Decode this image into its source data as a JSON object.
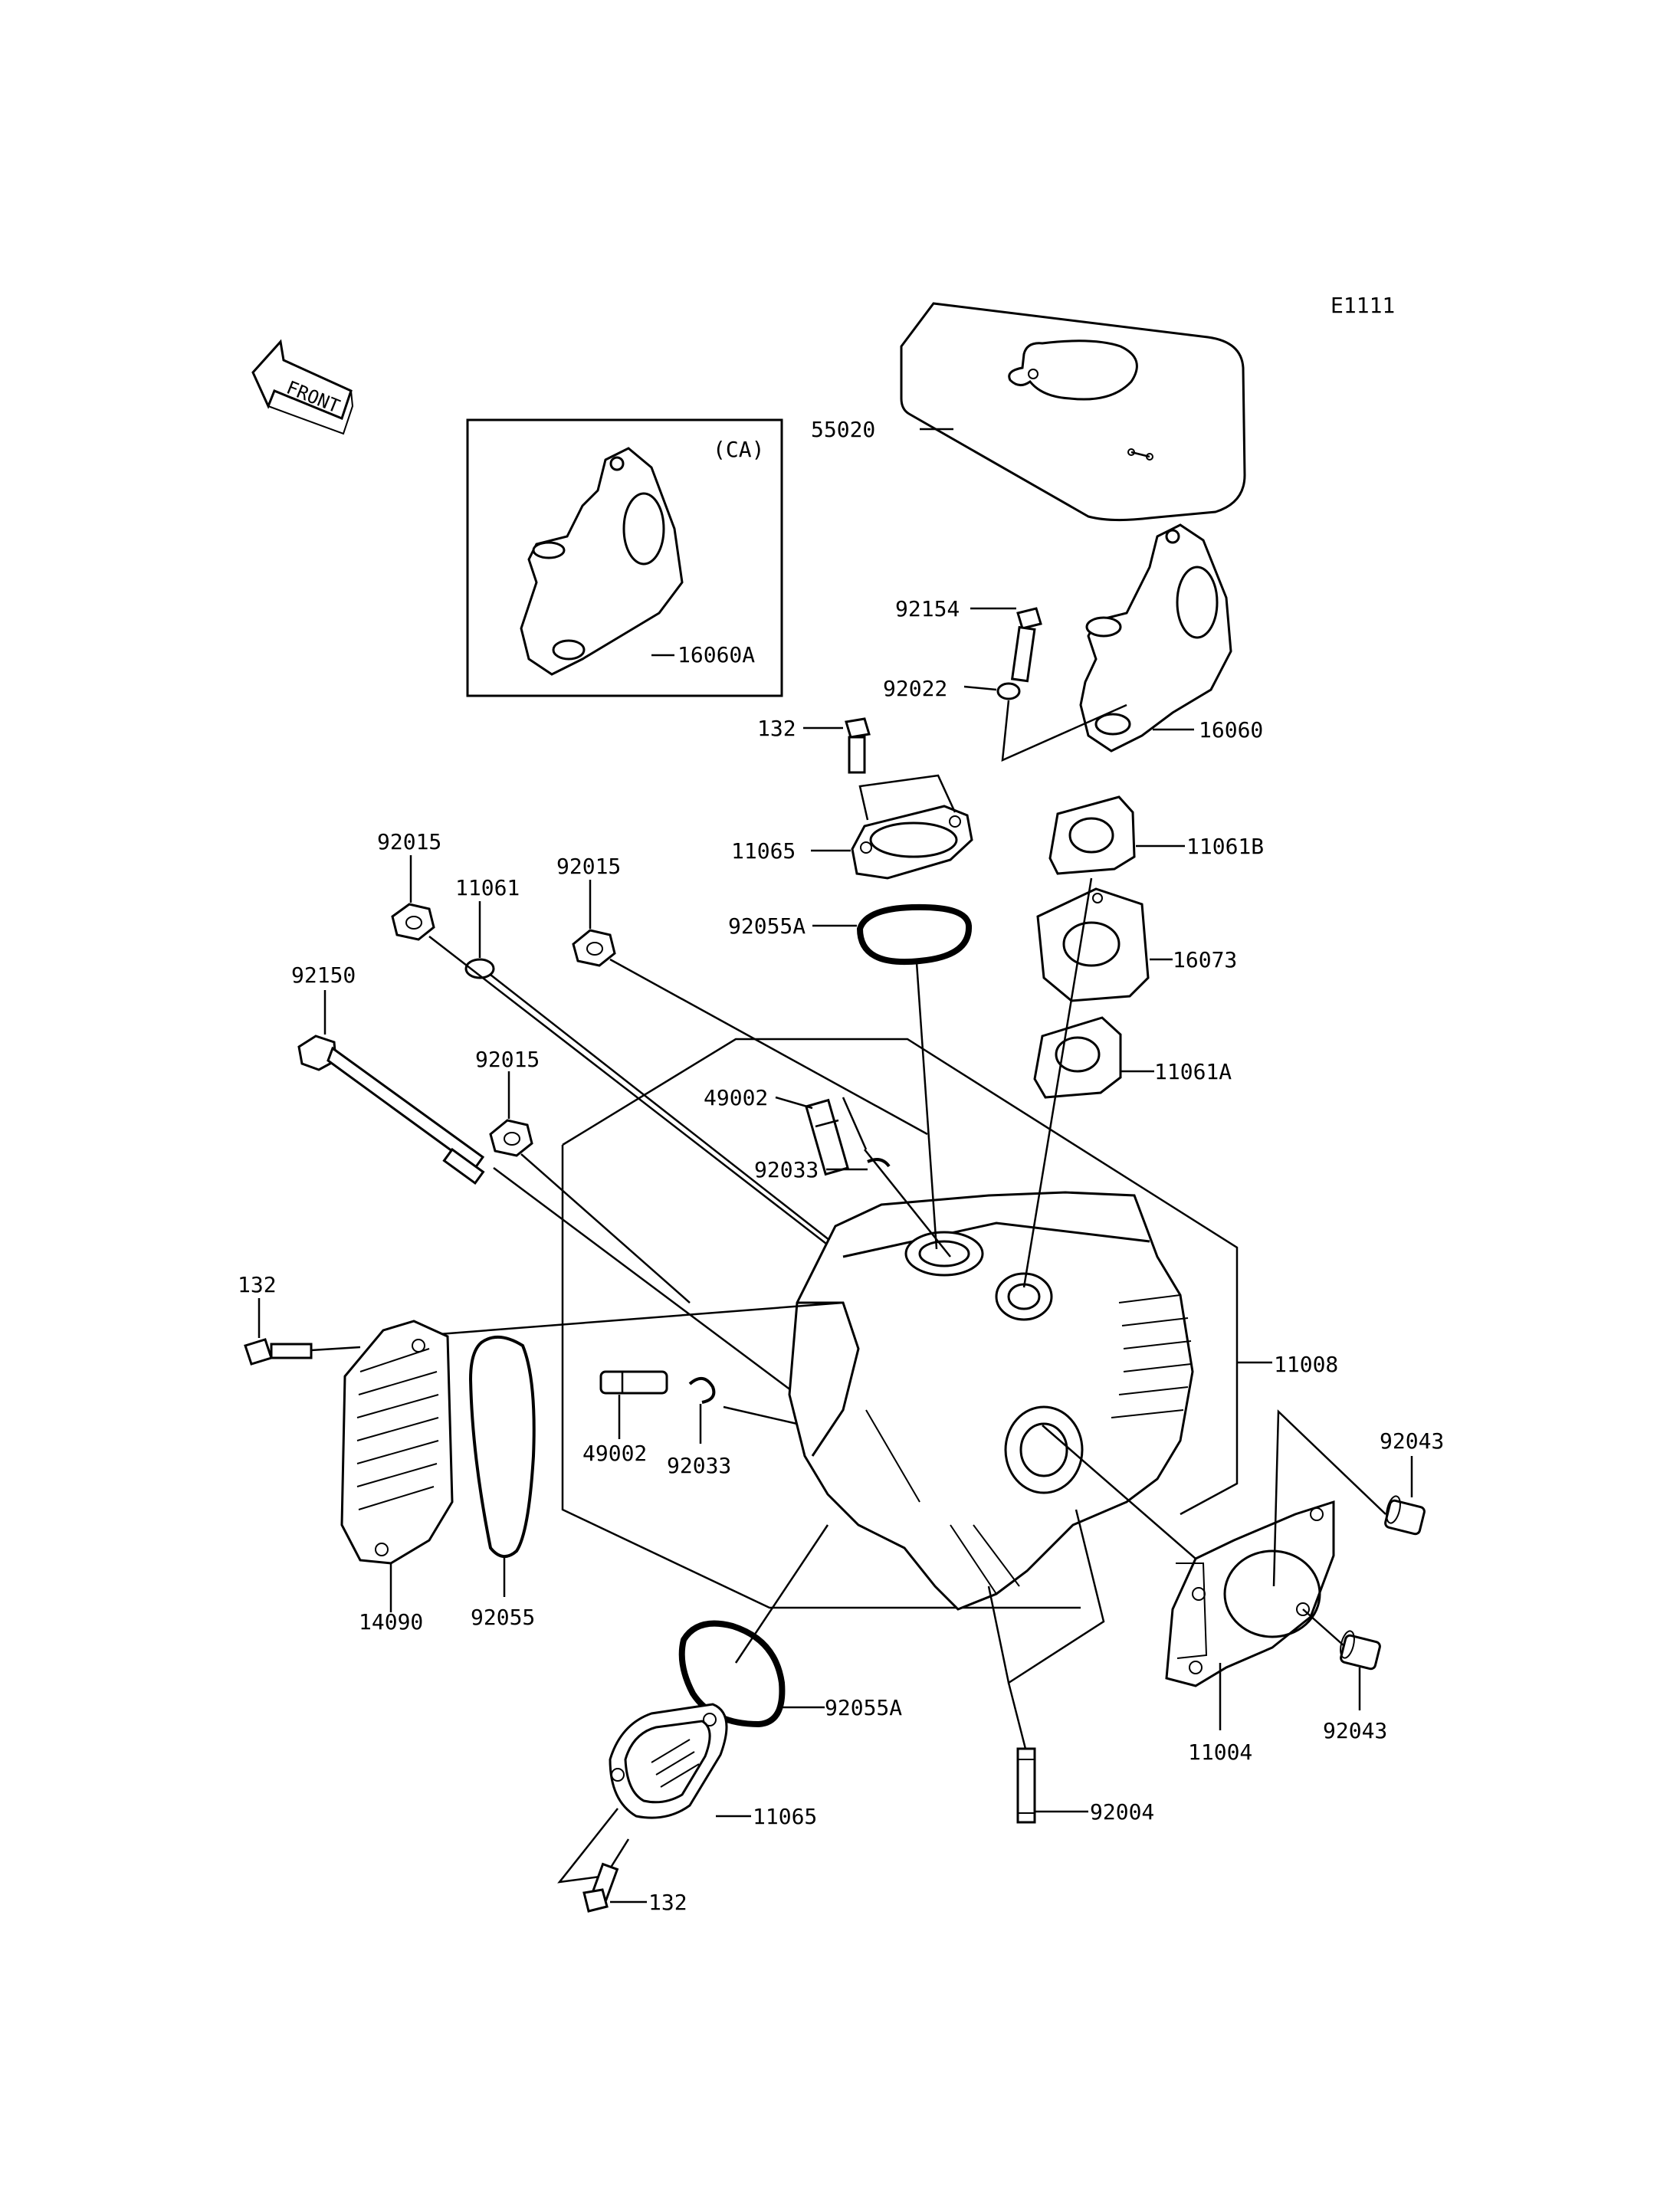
{
  "diagram": {
    "code": "E1111",
    "front_label": "FRONT",
    "inset_label": "(CA)",
    "parts": {
      "p55020": "55020",
      "p92154": "92154",
      "p92022": "92022",
      "p16060": "16060",
      "p16060A": "16060A",
      "p132_top": "132",
      "p11065_top": "11065",
      "p11061B": "11061B",
      "p92055A_top": "92055A",
      "p16073": "16073",
      "p11061A": "11061A",
      "p92015_a": "92015",
      "p11061": "11061",
      "p92015_b": "92015",
      "p92150": "92150",
      "p92015_c": "92015",
      "p49002_top": "49002",
      "p92033_top": "92033",
      "p11008": "11008",
      "p132_left": "132",
      "p49002_bot": "49002",
      "p92033_bot": "92033",
      "p92043_a": "92043",
      "p14090": "14090",
      "p92055": "92055",
      "p92055A_bot": "92055A",
      "p11004": "11004",
      "p92043_b": "92043",
      "p11065_bot": "11065",
      "p92004": "92004",
      "p132_bot": "132"
    }
  }
}
